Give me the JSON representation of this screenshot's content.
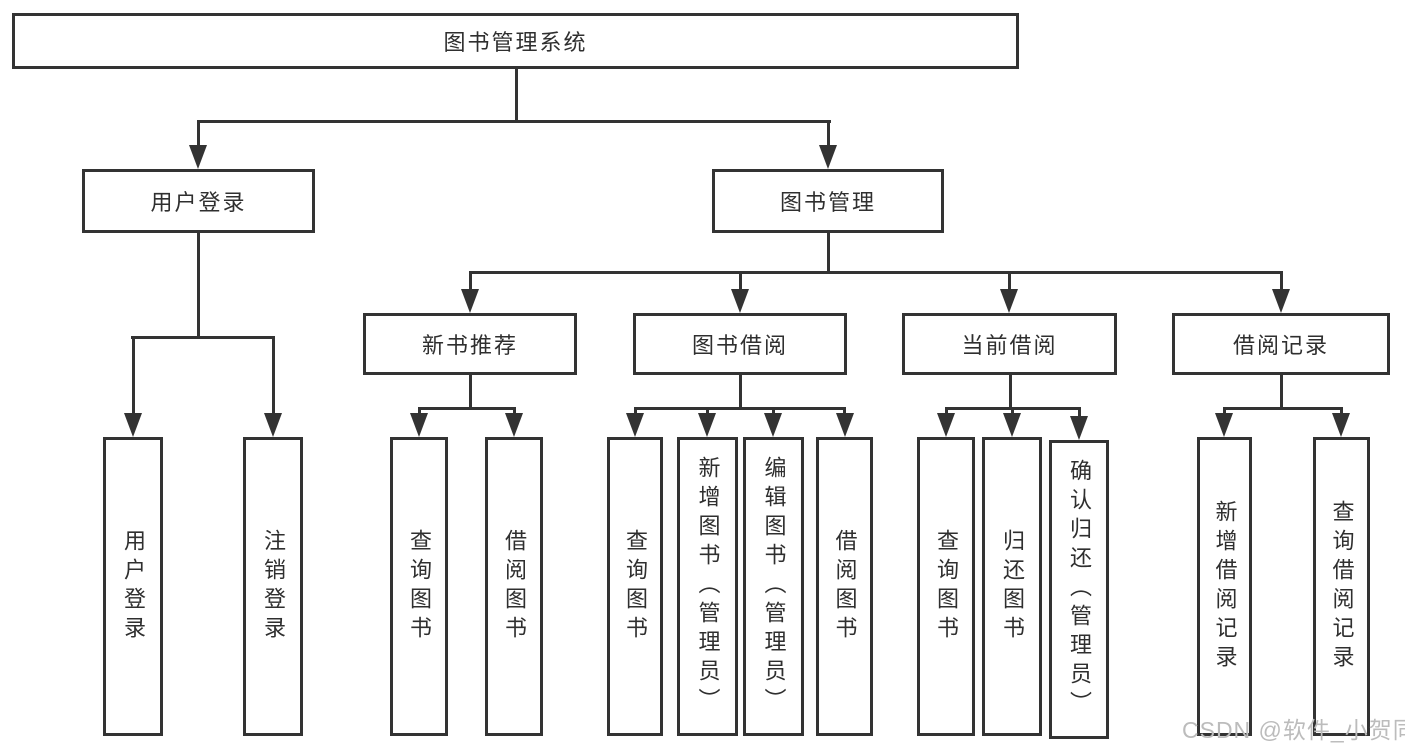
{
  "colors": {
    "line": "#333333",
    "box_border": "#333333",
    "box_fill": "#ffffff",
    "text": "#2f2f2f",
    "watermark": "#bcbcbc"
  },
  "nodes": {
    "root": "图书管理系统",
    "user_login": "用户登录",
    "book_mgmt": "图书管理",
    "new_book_rec": "新书推荐",
    "book_borrow": "图书借阅",
    "current_borrow": "当前借阅",
    "borrow_records": "借阅记录",
    "leaf_user_login": "用户登录",
    "leaf_logout": "注销登录",
    "leaf_query_book_rec": "查询图书",
    "leaf_borrow_book_rec": "借阅图书",
    "leaf_query_book_borrow": "查询图书",
    "leaf_add_book": "新增图书（管理员）",
    "leaf_edit_book": "编辑图书（管理员）",
    "leaf_borrow_book_borrow": "借阅图书",
    "leaf_query_book_current": "查询图书",
    "leaf_return_book": "归还图书",
    "leaf_confirm_return": "确认归还（管理员）",
    "leaf_add_record": "新增借阅记录",
    "leaf_query_record": "查询借阅记录"
  },
  "watermark": "CSDN @软件_小贺同学"
}
